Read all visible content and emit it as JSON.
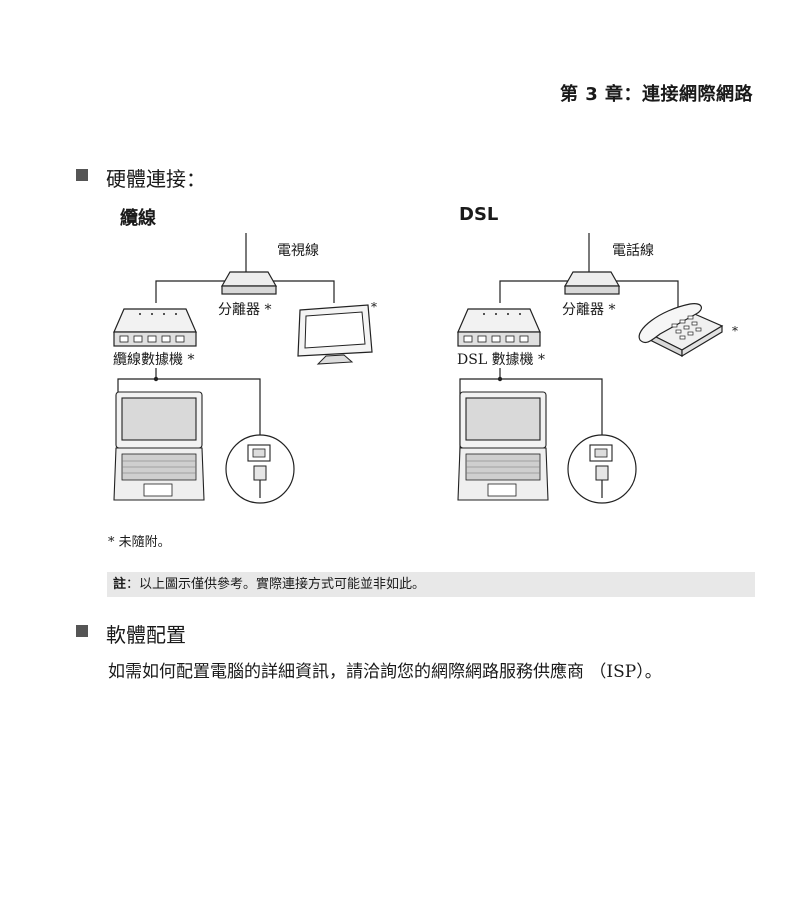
{
  "header": {
    "chapter": "第 3 章：連接網際網路"
  },
  "section_hardware": {
    "title": "硬體連接："
  },
  "cable_diagram": {
    "title": "纜線",
    "tv_line": "電視線",
    "splitter": "分離器 *",
    "modem": "纜線數據機 *",
    "monitor_star": "*",
    "cable_star": "*"
  },
  "dsl_diagram": {
    "title": "DSL",
    "phone_line": "電話線",
    "splitter": "分離器 *",
    "modem": "DSL 數據機 *",
    "phone_star": "*",
    "cable_star": "*"
  },
  "footnote": "* 未隨附。",
  "note": {
    "label": "註",
    "text": "：以上圖示僅供參考。實際連接方式可能並非如此。"
  },
  "section_software": {
    "title": "軟體配置",
    "body": "如需如何配置電腦的詳細資訊，請洽詢您的網際網路服務供應商 （ISP）。"
  },
  "colors": {
    "note_bg": "#e8e8e8",
    "bullet": "#555555"
  }
}
